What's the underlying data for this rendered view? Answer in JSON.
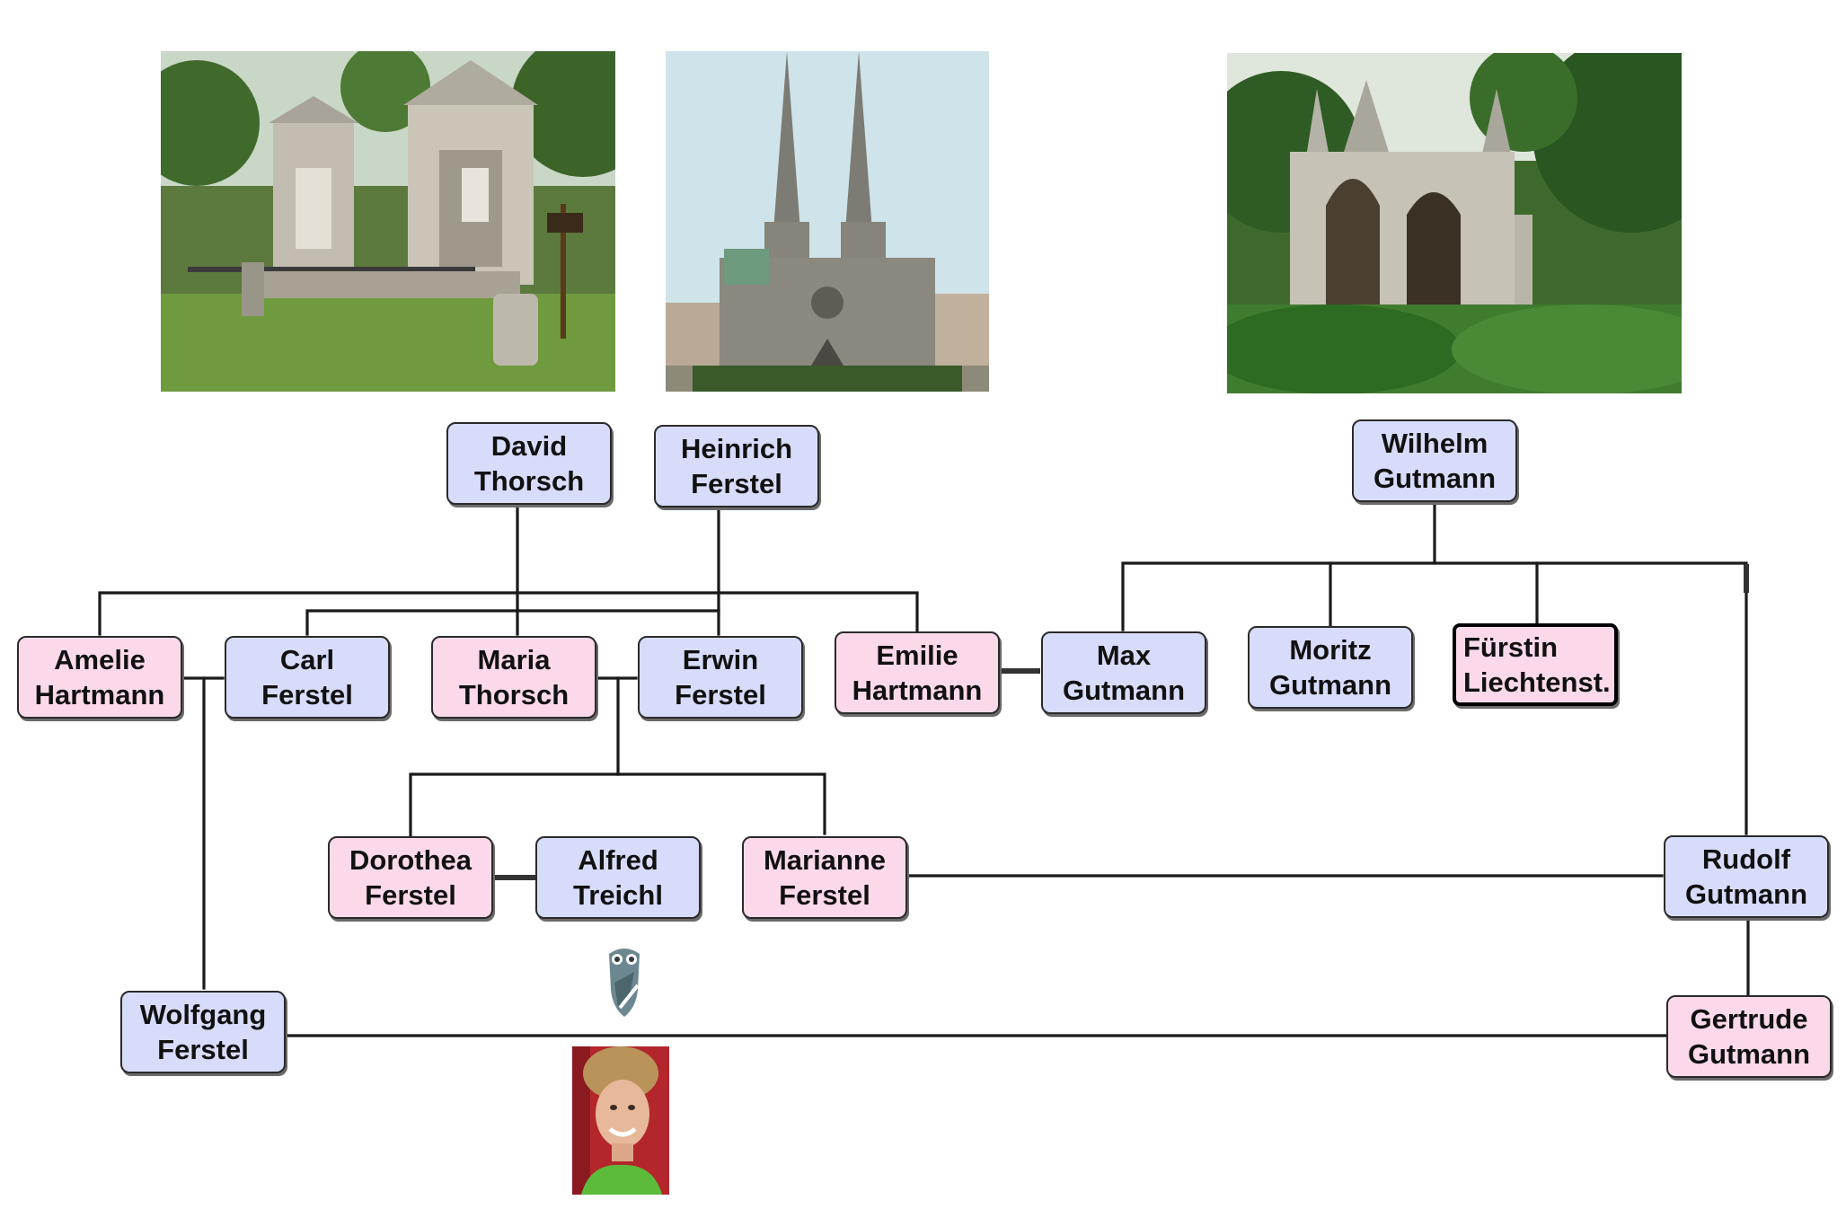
{
  "people": {
    "david_thorsch": {
      "first": "David",
      "last": "Thorsch"
    },
    "heinrich_ferstel": {
      "first": "Heinrich",
      "last": "Ferstel"
    },
    "wilhelm_gutmann": {
      "first": "Wilhelm",
      "last": "Gutmann"
    },
    "amelie_hartmann": {
      "first": "Amelie",
      "last": "Hartmann"
    },
    "carl_ferstel": {
      "first": "Carl",
      "last": "Ferstel"
    },
    "maria_thorsch": {
      "first": "Maria",
      "last": "Thorsch"
    },
    "erwin_ferstel": {
      "first": "Erwin",
      "last": "Ferstel"
    },
    "emilie_hartmann": {
      "first": "Emilie",
      "last": "Hartmann"
    },
    "max_gutmann": {
      "first": "Max",
      "last": "Gutmann"
    },
    "moritz_gutmann": {
      "first": "Moritz",
      "last": "Gutmann"
    },
    "fuerstin_liechtenstein": {
      "first": "Fürstin",
      "last": "Liechtenst."
    },
    "dorothea_ferstel": {
      "first": "Dorothea",
      "last": "Ferstel"
    },
    "alfred_treichl": {
      "first": "Alfred",
      "last": "Treichl"
    },
    "marianne_ferstel": {
      "first": "Marianne",
      "last": "Ferstel"
    },
    "rudolf_gutmann": {
      "first": "Rudolf",
      "last": "Gutmann"
    },
    "wolfgang_ferstel": {
      "first": "Wolfgang",
      "last": "Ferstel"
    },
    "gertrude_gutmann": {
      "first": "Gertrude",
      "last": "Gutmann"
    }
  },
  "colors": {
    "male_box": "#d7dcfb",
    "female_box": "#fbd9ea",
    "line": "#1a1a1a"
  },
  "images": {
    "tomb_left": "grave-monument-photo",
    "church": "votivkirche-photo",
    "mausoleum": "gothic-mausoleum-photo",
    "owl": "owl-logo-icon",
    "portrait": "woman-portrait-photo"
  }
}
